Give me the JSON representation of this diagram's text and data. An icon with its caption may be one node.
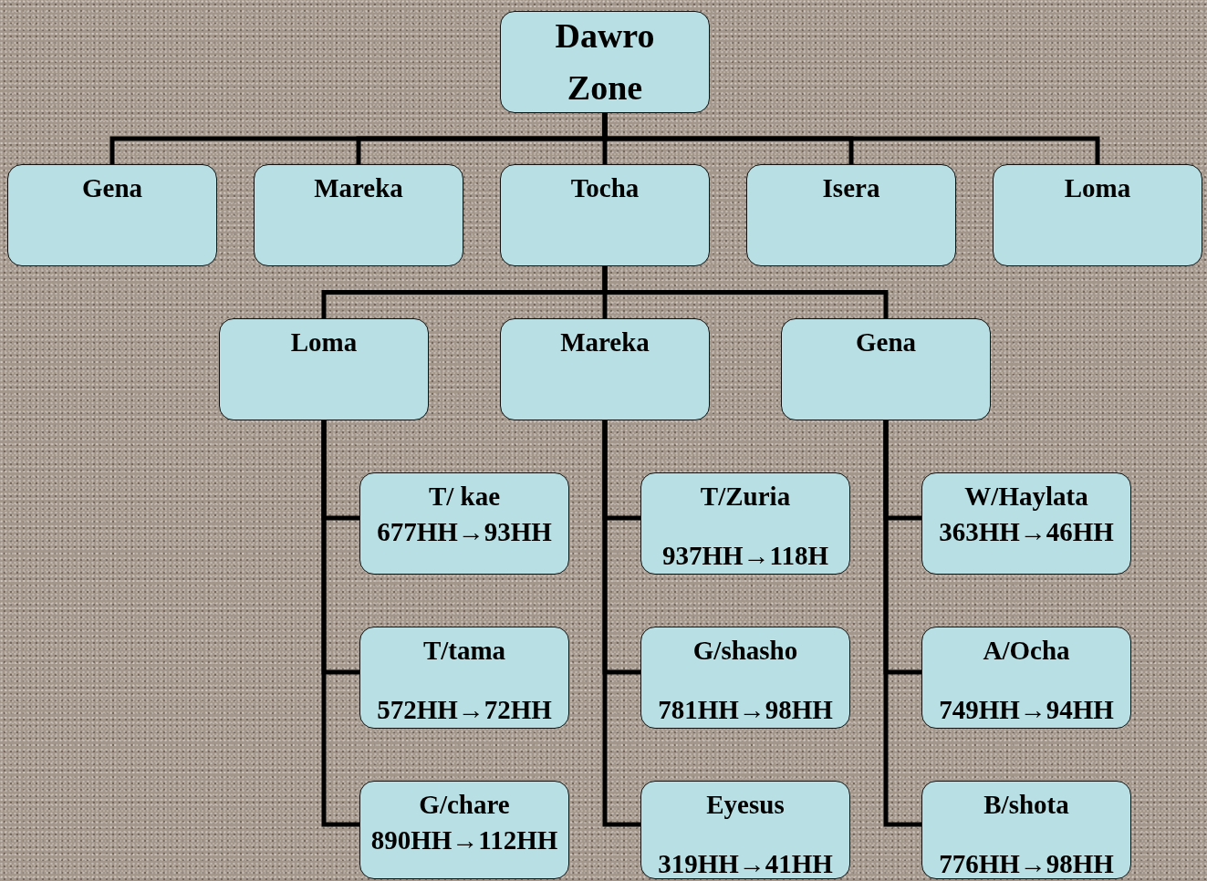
{
  "diagram": {
    "nodes": [
      {
        "text": [
          "Dawro Zone"
        ]
      },
      {
        "text": [
          "Gena"
        ]
      },
      {
        "text": [
          "Mareka"
        ]
      },
      {
        "text": [
          "Tocha"
        ]
      },
      {
        "text": [
          "Isera"
        ]
      },
      {
        "text": [
          "Loma"
        ]
      },
      {
        "text": [
          "Loma"
        ]
      },
      {
        "text": [
          "Mareka"
        ]
      },
      {
        "text": [
          "Gena"
        ]
      },
      {
        "text": [
          "T/ kae",
          "677HH→93HH"
        ]
      },
      {
        "text": [
          "T/tama",
          "572HH→72HH"
        ]
      },
      {
        "text": [
          "G/chare",
          "890HH→112HH"
        ]
      },
      {
        "text": [
          "T/Zuria",
          "937HH→118H"
        ]
      },
      {
        "text": [
          "G/shasho",
          "781HH→98HH"
        ]
      },
      {
        "text": [
          "Eyesus",
          "319HH→41HH"
        ]
      },
      {
        "text": [
          "W/Haylata",
          "363HH→46HH"
        ]
      },
      {
        "text": [
          "A/Ocha",
          "749HH→94HH"
        ]
      },
      {
        "text": [
          "B/shota",
          "776HH→98HH"
        ]
      }
    ],
    "edges": [
      {
        "from": 0,
        "to": 1,
        "arrow": "none"
      },
      {
        "from": 0,
        "to": 2,
        "arrow": "none"
      },
      {
        "from": 0,
        "to": 3,
        "arrow": "none"
      },
      {
        "from": 0,
        "to": 4,
        "arrow": "none"
      },
      {
        "from": 0,
        "to": 5,
        "arrow": "none"
      },
      {
        "from": 3,
        "to": 6,
        "arrow": "none"
      },
      {
        "from": 3,
        "to": 7,
        "arrow": "none"
      },
      {
        "from": 3,
        "to": 8,
        "arrow": "none"
      },
      {
        "from": 6,
        "to": 9,
        "arrow": "none"
      },
      {
        "from": 6,
        "to": 10,
        "arrow": "none"
      },
      {
        "from": 6,
        "to": 11,
        "arrow": "none"
      },
      {
        "from": 7,
        "to": 12,
        "arrow": "none"
      },
      {
        "from": 7,
        "to": 13,
        "arrow": "none"
      },
      {
        "from": 7,
        "to": 14,
        "arrow": "none"
      },
      {
        "from": 8,
        "to": 15,
        "arrow": "none"
      },
      {
        "from": 8,
        "to": 16,
        "arrow": "none"
      },
      {
        "from": 8,
        "to": 17,
        "arrow": "none"
      }
    ]
  }
}
